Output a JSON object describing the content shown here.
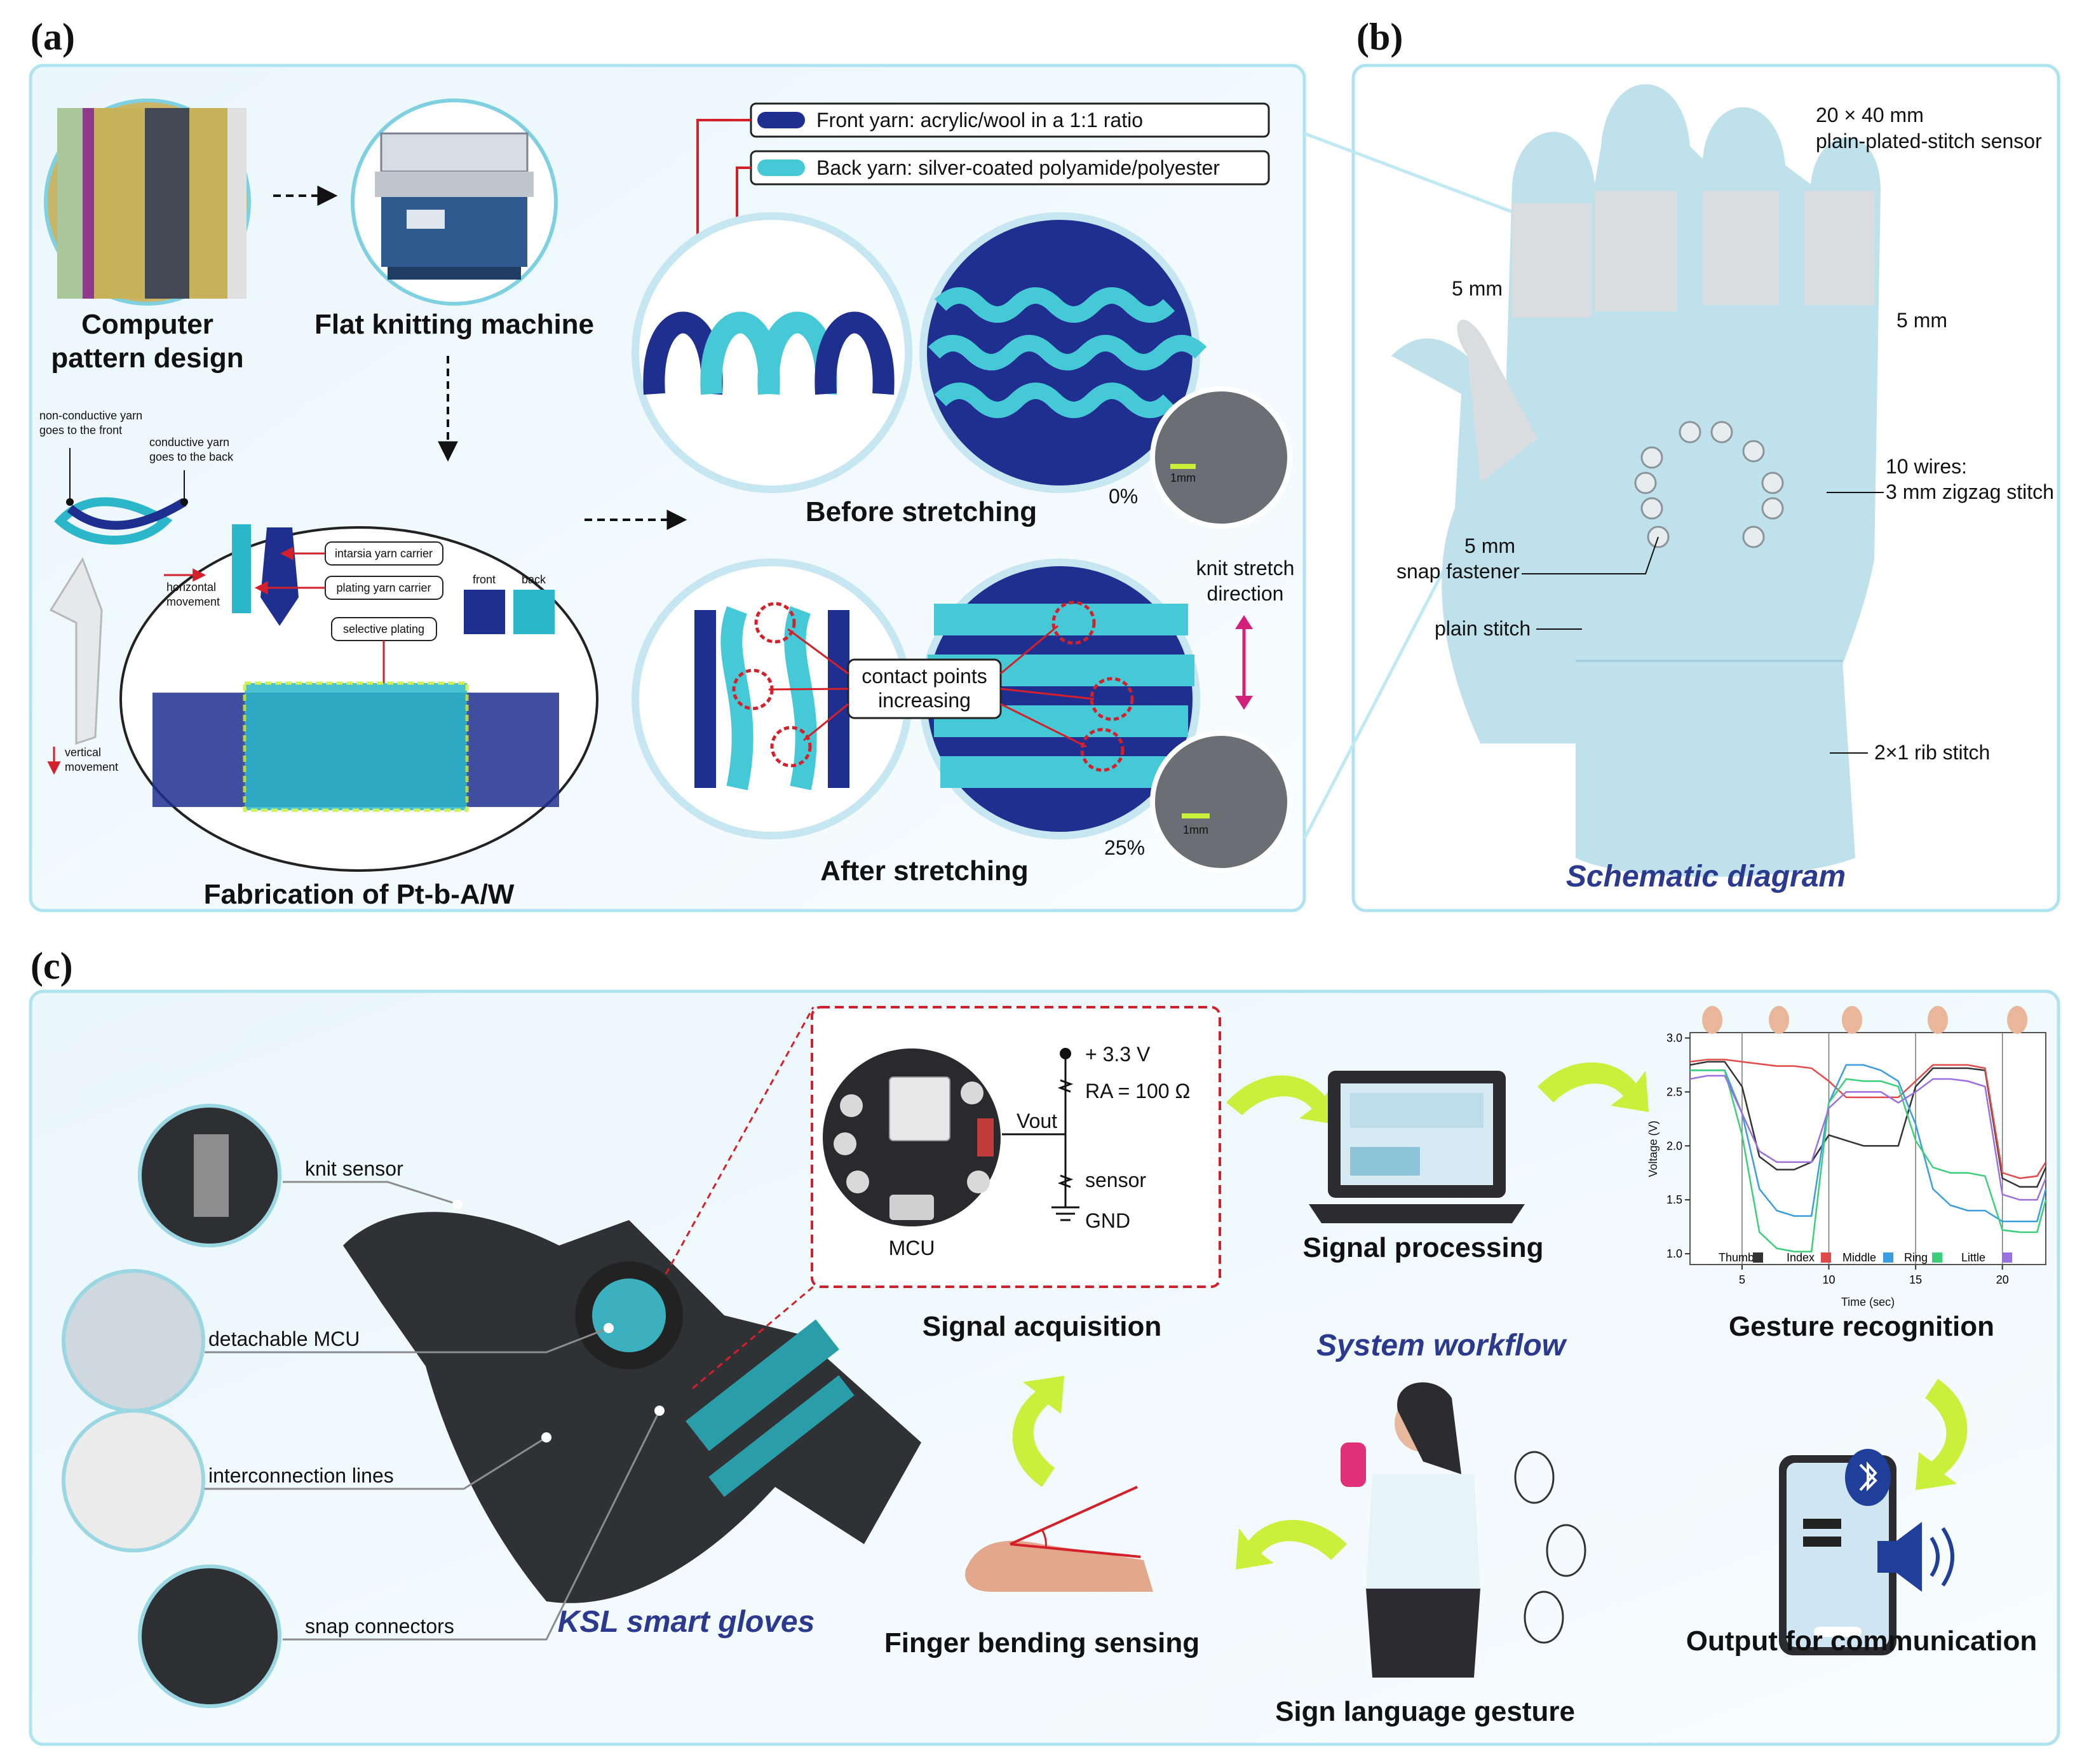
{
  "panels": {
    "a": "(a)",
    "b": "(b)",
    "c": "(c)"
  },
  "panel_a": {
    "computer_pattern_line1": "Computer",
    "computer_pattern_line2": "pattern design",
    "flat_knitting": "Flat knitting machine",
    "fabrication": "Fabrication of Pt-b-A/W",
    "nonconductive_1": "non-conductive yarn",
    "nonconductive_2": "goes to the front",
    "conductive_1": "conductive yarn",
    "conductive_2": "goes to the back",
    "horizontal_1": "horizontal",
    "horizontal_2": "movement",
    "vertical_1": "vertical",
    "vertical_2": "movement",
    "intarsia": "intarsia yarn carrier",
    "plating": "plating yarn carrier",
    "selective": "selective plating",
    "front": "front",
    "back": "back",
    "front_yarn": "Front yarn: acrylic/wool in a 1:1 ratio",
    "back_yarn": "Back yarn: silver-coated polyamide/polyester",
    "before": "Before stretching",
    "after": "After stretching",
    "pct0": "0%",
    "pct25": "25%",
    "scale": "1mm",
    "contact_1": "contact points",
    "contact_2": "increasing",
    "knit_stretch_1": "knit stretch",
    "knit_stretch_2": "direction"
  },
  "panel_b": {
    "sensor_size": "20 × 40 mm",
    "sensor_name": "plain-plated-stitch sensor",
    "five_mm_left": "5 mm",
    "five_mm_right": "5 mm",
    "wires_1": "10 wires:",
    "wires_2": "3 mm zigzag stitch",
    "snap_1": "5 mm",
    "snap_2": "snap fastener",
    "plain": "plain stitch",
    "rib": "2×1 rib stitch",
    "title": "Schematic diagram"
  },
  "panel_c": {
    "knit_sensor": "knit sensor",
    "detachable": "detachable MCU",
    "interconnection": "interconnection lines",
    "snap_connectors": "snap connectors",
    "gloves": "KSL smart gloves",
    "v33": "+ 3.3 V",
    "ra": "RA = 100 Ω",
    "vout": "Vout",
    "sensor": "sensor",
    "gnd": "GND",
    "mcu": "MCU",
    "signal_acq": "Signal acquisition",
    "signal_proc": "Signal processing",
    "gesture_rec": "Gesture recognition",
    "workflow": "System workflow",
    "output": "Output for communication",
    "finger": "Finger bending sensing",
    "sign": "Sign language gesture"
  },
  "chart_data": {
    "type": "line",
    "xlabel": "Time (sec)",
    "ylabel": "Voltage (V)",
    "xlim": [
      2,
      22.5
    ],
    "ylim": [
      0.9,
      3.05
    ],
    "xticks": [
      5,
      10,
      15,
      20
    ],
    "yticks": [
      1.0,
      1.5,
      2.0,
      2.5,
      3.0
    ],
    "x": [
      2,
      3,
      4,
      5,
      6,
      7,
      8,
      9,
      10,
      11,
      12,
      13,
      14,
      15,
      16,
      17,
      18,
      19,
      20,
      21,
      22,
      22.5
    ],
    "series": [
      {
        "name": "Thumb",
        "color": "#333333",
        "values": [
          2.75,
          2.78,
          2.78,
          2.55,
          1.9,
          1.78,
          1.78,
          1.85,
          2.1,
          2.05,
          2.0,
          2.0,
          2.0,
          2.55,
          2.72,
          2.72,
          2.72,
          2.7,
          1.7,
          1.62,
          1.62,
          1.8
        ]
      },
      {
        "name": "Index",
        "color": "#e24a4a",
        "values": [
          2.78,
          2.8,
          2.8,
          2.78,
          2.76,
          2.74,
          2.74,
          2.72,
          2.6,
          2.45,
          2.45,
          2.45,
          2.45,
          2.6,
          2.75,
          2.75,
          2.75,
          2.72,
          1.75,
          1.7,
          1.72,
          1.85
        ]
      },
      {
        "name": "Middle",
        "color": "#3a9de0",
        "values": [
          2.7,
          2.7,
          2.7,
          2.3,
          1.6,
          1.4,
          1.35,
          1.35,
          2.4,
          2.75,
          2.75,
          2.7,
          2.6,
          2.2,
          1.6,
          1.45,
          1.4,
          1.4,
          1.3,
          1.3,
          1.3,
          1.6
        ]
      },
      {
        "name": "Ring",
        "color": "#3ccf7a",
        "values": [
          2.7,
          2.7,
          2.7,
          2.1,
          1.2,
          1.05,
          1.02,
          1.02,
          2.4,
          2.62,
          2.6,
          2.6,
          2.55,
          2.05,
          1.8,
          1.75,
          1.75,
          1.72,
          1.22,
          1.2,
          1.2,
          1.5
        ]
      },
      {
        "name": "Little",
        "color": "#9c6fe0",
        "values": [
          2.62,
          2.65,
          2.65,
          2.3,
          1.95,
          1.85,
          1.85,
          1.85,
          2.35,
          2.5,
          2.5,
          2.5,
          2.4,
          2.5,
          2.62,
          2.62,
          2.6,
          2.55,
          1.55,
          1.5,
          1.5,
          1.7
        ]
      }
    ]
  }
}
